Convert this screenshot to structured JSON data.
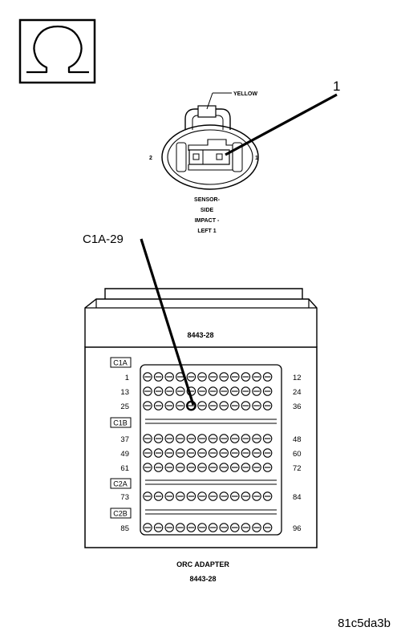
{
  "symbol": {
    "name": "ohm-icon",
    "glyph": "Ω"
  },
  "connector": {
    "wire_color": "YELLOW",
    "pin_left": "2",
    "pin_right": "1",
    "label_lines": [
      "SENSOR-",
      "SIDE",
      "IMPACT -",
      "LEFT 1"
    ]
  },
  "callouts": {
    "pin_callout": "1",
    "cavity_callout": "C1A-29"
  },
  "adapter": {
    "top_label": "8443-28",
    "caption": "ORC ADAPTER",
    "caption_part": "8443-28",
    "banks": [
      {
        "label": "C1A",
        "rows": [
          {
            "left": "1",
            "right": "12"
          },
          {
            "left": "13",
            "right": "24"
          },
          {
            "left": "25",
            "right": "36"
          }
        ]
      },
      {
        "label": "C1B",
        "rows": [
          {
            "left": "37",
            "right": "48"
          },
          {
            "left": "49",
            "right": "60"
          },
          {
            "left": "61",
            "right": "72"
          }
        ]
      },
      {
        "label": "C2A",
        "rows": [
          {
            "left": "73",
            "right": "84"
          }
        ]
      },
      {
        "label": "C2B",
        "rows": [
          {
            "left": "85",
            "right": "96"
          }
        ]
      }
    ],
    "highlighted_cavity": "29"
  },
  "figure_id": "81c5da3b"
}
